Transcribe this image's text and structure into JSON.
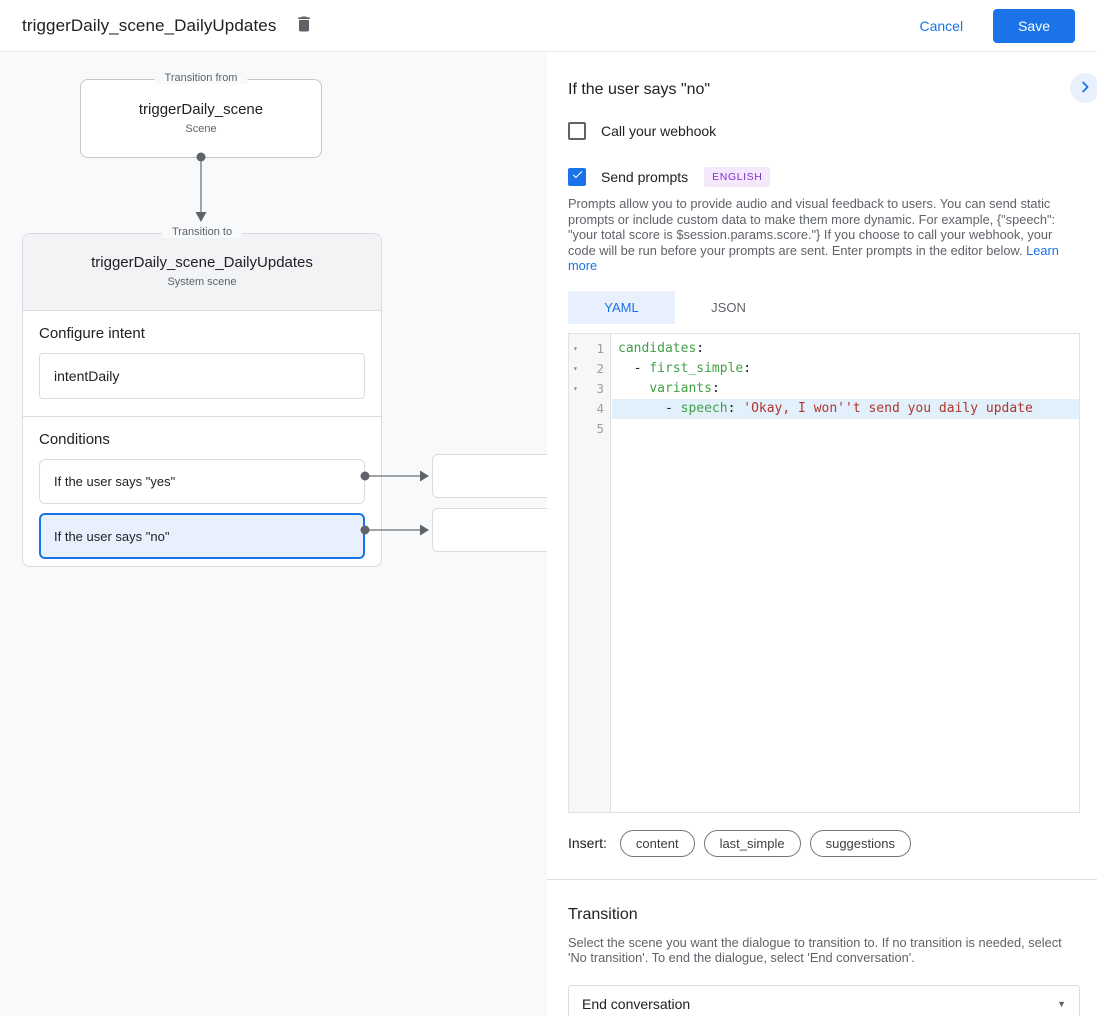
{
  "header": {
    "title": "triggerDaily_scene_DailyUpdates",
    "cancel_label": "Cancel",
    "save_label": "Save"
  },
  "diagram": {
    "from_box": {
      "label": "Transition from",
      "name": "triggerDaily_scene",
      "type": "Scene"
    },
    "to_box": {
      "label": "Transition to",
      "name": "triggerDaily_scene_DailyUpdates",
      "type": "System scene",
      "intent_heading": "Configure intent",
      "intent_value": "intentDaily",
      "conditions_heading": "Conditions",
      "conditions": [
        {
          "label": "If the user says \"yes\"",
          "selected": false
        },
        {
          "label": "If the user says \"no\"",
          "selected": true
        }
      ]
    }
  },
  "panel": {
    "title": "If the user says \"no\"",
    "webhook": {
      "label": "Call your webhook",
      "checked": false
    },
    "prompts": {
      "label": "Send prompts",
      "checked": true,
      "language_badge": "ENGLISH",
      "description": "Prompts allow you to provide audio and visual feedback to users. You can send static prompts or include custom data to make them more dynamic. For example, {\"speech\": \"your total score is $session.params.score.\"} If you choose to call your webhook, your code will be run before your prompts are sent. Enter prompts in the editor below.",
      "learn_more": "Learn more"
    },
    "tabs": [
      {
        "label": "YAML",
        "active": true
      },
      {
        "label": "JSON",
        "active": false
      }
    ],
    "editor": {
      "lines": [
        {
          "num": "1",
          "tokens": {
            "key": "candidates",
            "punct": ":"
          }
        },
        {
          "num": "2",
          "tokens": {
            "pre": "  - ",
            "key": "first_simple",
            "punct": ":"
          }
        },
        {
          "num": "3",
          "tokens": {
            "pre": "    ",
            "key": "variants",
            "punct": ":"
          }
        },
        {
          "num": "4",
          "tokens": {
            "pre": "      - ",
            "key": "speech",
            "punct": ": ",
            "string": "'Okay, I won''t send you daily update"
          }
        },
        {
          "num": "5",
          "tokens": {}
        }
      ]
    },
    "insert": {
      "label": "Insert:",
      "chips": [
        "content",
        "last_simple",
        "suggestions"
      ]
    },
    "transition": {
      "heading": "Transition",
      "description": "Select the scene you want the dialogue to transition to. If no transition is needed, select 'No transition'. To end the dialogue, select 'End conversation'.",
      "selected_value": "End conversation"
    }
  },
  "colors": {
    "accent_blue": "#1a73e8",
    "selection_fill": "#e8f0fe",
    "badge_bg": "#f4e8fd",
    "badge_text": "#8430ce",
    "code_key_green": "#43a047",
    "code_string_red": "#b0352c",
    "active_line_bg": "#e2f0fc",
    "canvas_bg": "#f8f9fa"
  }
}
